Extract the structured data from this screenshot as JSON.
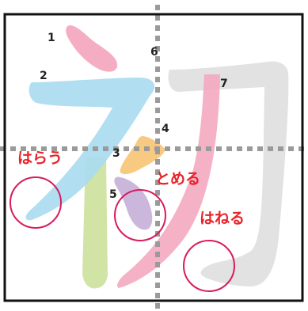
{
  "stroke_numbers": [
    "1",
    "2",
    "3",
    "4",
    "5",
    "6",
    "7"
  ],
  "annotations": {
    "harau": "はらう",
    "tomeru": "とめる",
    "haneru": "はねる"
  },
  "colors": {
    "frame": "#111111",
    "guide": "#9a9a9a",
    "circle": "#d81b60",
    "annotation_text": "#e8232a",
    "stroke_1": "#f4a9c0",
    "stroke_2": "#a9dcef",
    "stroke_3": "#cfe3a0",
    "stroke_4": "#f8c77a",
    "stroke_5": "#c9b3da",
    "stroke_6": "#f4a9c0",
    "stroke_7": "#d9d9d9"
  }
}
